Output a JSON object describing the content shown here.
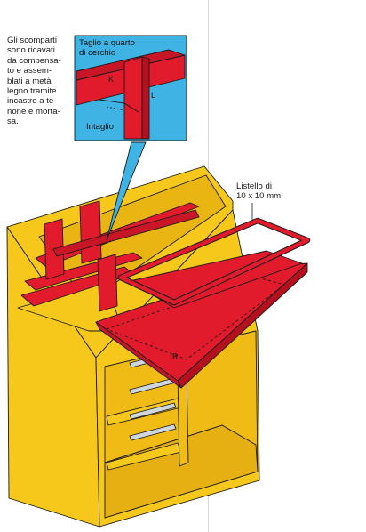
{
  "caption_lines": [
    "Gli scomparti",
    "sono ricavati",
    "da compensa-",
    "to e assem-",
    "blati a metà",
    "legno tramite",
    "incastro a te-",
    "none e morta-",
    "sa."
  ],
  "inset": {
    "title_lines": [
      "Taglio a quarto",
      "di cerchio"
    ],
    "cut_label": "Intaglio",
    "letter_k": "K",
    "letter_l": "L"
  },
  "batten": {
    "label_lines": [
      "Listello di",
      "10 x 10 mm"
    ]
  },
  "letter_r": "R",
  "colors": {
    "cabinet_yellow": "#f7c81c",
    "cabinet_shade": "#e0a80e",
    "part_red": "#e21b2c",
    "part_red_dark": "#b5101e",
    "callout_blue": "#3fb4e4",
    "outline": "#1a1a1a"
  }
}
